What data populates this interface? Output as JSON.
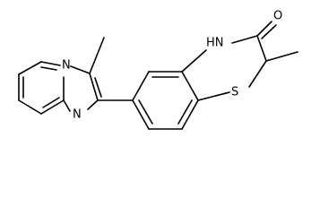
{
  "molecule": {
    "atoms": {
      "n_bridge": "N",
      "n_imidazole": "N",
      "nh": "HN",
      "o": "O",
      "s": "S"
    }
  }
}
